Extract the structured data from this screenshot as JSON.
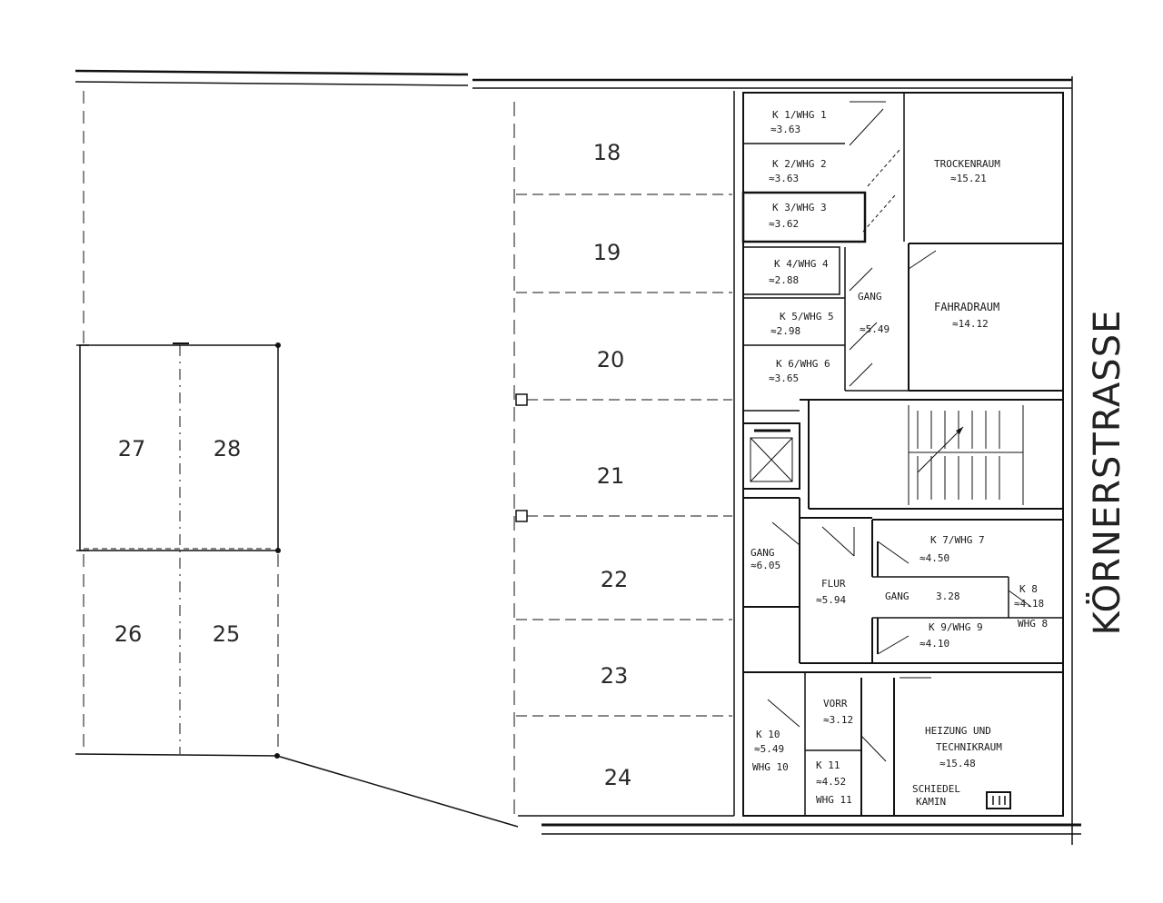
{
  "street": "KÖRNERSTRASSE",
  "parking_left": [
    "27",
    "28",
    "26",
    "25"
  ],
  "parking_right": [
    "18",
    "19",
    "20",
    "21",
    "22",
    "23",
    "24"
  ],
  "colors": {
    "highlight": "#c8c8c8",
    "ink": "#111111"
  },
  "rooms": {
    "k1": {
      "name": "K 1/WHG 1",
      "area": "≈3.63"
    },
    "k2": {
      "name": "K 2/WHG 2",
      "area": "≈3.63"
    },
    "k3": {
      "name": "K 3/WHG 3",
      "area": "≈3.62"
    },
    "k4": {
      "name": "K 4/WHG 4",
      "area": "≈2.88"
    },
    "k5": {
      "name": "K 5/WHG 5",
      "area": "≈2.98"
    },
    "k6": {
      "name": "K 6/WHG 6",
      "area": "≈3.65"
    },
    "trockenraum": {
      "name": "TROCKENRAUM",
      "area": "≈15.21"
    },
    "gang1": {
      "name": "GANG",
      "area": "≈5.49"
    },
    "fahrradraum": {
      "name": "FAHRADRAUM",
      "area": "≈14.12"
    },
    "gang2": {
      "name": "GANG",
      "area": "≈6.05"
    },
    "flur": {
      "name": "FLUR",
      "area": "≈5.94"
    },
    "k7": {
      "name": "K 7/WHG 7",
      "area": "≈4.50"
    },
    "gang3": {
      "name": "GANG",
      "area": "3.28"
    },
    "k8": {
      "name": "K 8",
      "area": "≈4.18",
      "whg": "WHG 8"
    },
    "k9": {
      "name": "K 9/WHG 9",
      "area": "≈4.10"
    },
    "vorr": {
      "name": "VORR",
      "area": "≈3.12"
    },
    "k10": {
      "name": "K 10",
      "area": "≈5.49",
      "whg": "WHG 10"
    },
    "k11": {
      "name": "K 11",
      "area": "≈4.52",
      "whg": "WHG 11"
    },
    "heizung": {
      "line1": "HEIZUNG UND",
      "line2": "TECHNIKRAUM",
      "area": "≈15.48"
    },
    "schiedel": {
      "line1": "SCHIEDEL",
      "line2": "KAMIN"
    }
  }
}
